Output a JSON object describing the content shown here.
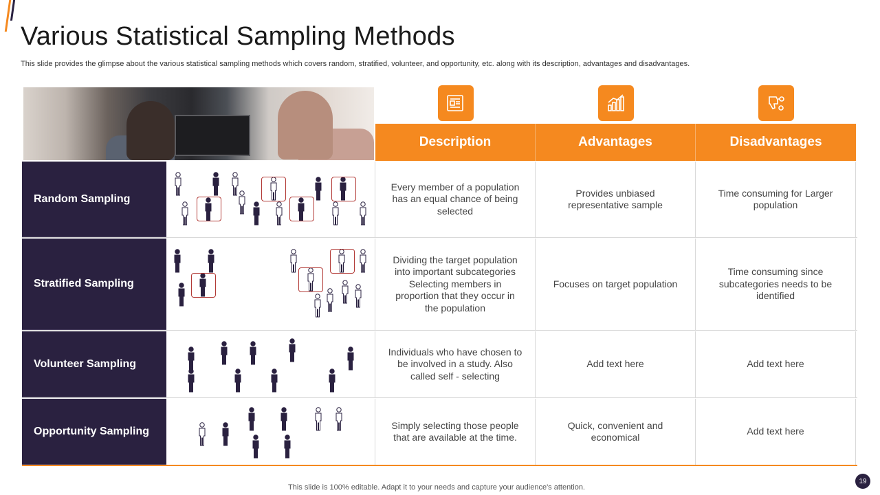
{
  "slide": {
    "title": "Various Statistical Sampling Methods",
    "subtitle": "This slide provides the glimpse about the various statistical sampling methods which covers random, stratified, volunteer, and opportunity, etc. along with its description, advantages and disadvantages.",
    "footer": "This slide is 100% editable. Adapt it to your needs and capture your audience's attention.",
    "page_number": "19"
  },
  "colors": {
    "accent": "#f5891f",
    "dark": "#2a2140",
    "selection": "#b23a36"
  },
  "icons": [
    "description-document-icon",
    "advantages-growth-chart-icon",
    "disadvantages-thumbs-down-icon"
  ],
  "table": {
    "headers": [
      "Description",
      "Advantages",
      "Disadvantages"
    ],
    "rows": [
      {
        "method": "Random Sampling",
        "description": "Every member of a population has an equal chance of being selected",
        "advantages": "Provides unbiased representative sample",
        "disadvantages": "Time consuming for Larger population"
      },
      {
        "method": "Stratified Sampling",
        "description": "Dividing the target population into important subcategories\nSelecting members in proportion that they occur in the population",
        "advantages": "Focuses on target population",
        "disadvantages": "Time consuming since subcategories needs to be identified"
      },
      {
        "method": "Volunteer Sampling",
        "description": "Individuals who have chosen to be involved in a study. Also called self - selecting",
        "advantages": "Add text here",
        "disadvantages": "Add text here"
      },
      {
        "method": "Opportunity Sampling",
        "description": "Simply selecting those people that are available at the time.",
        "advantages": "Quick, convenient and economical",
        "disadvantages": "Add text here"
      }
    ]
  }
}
